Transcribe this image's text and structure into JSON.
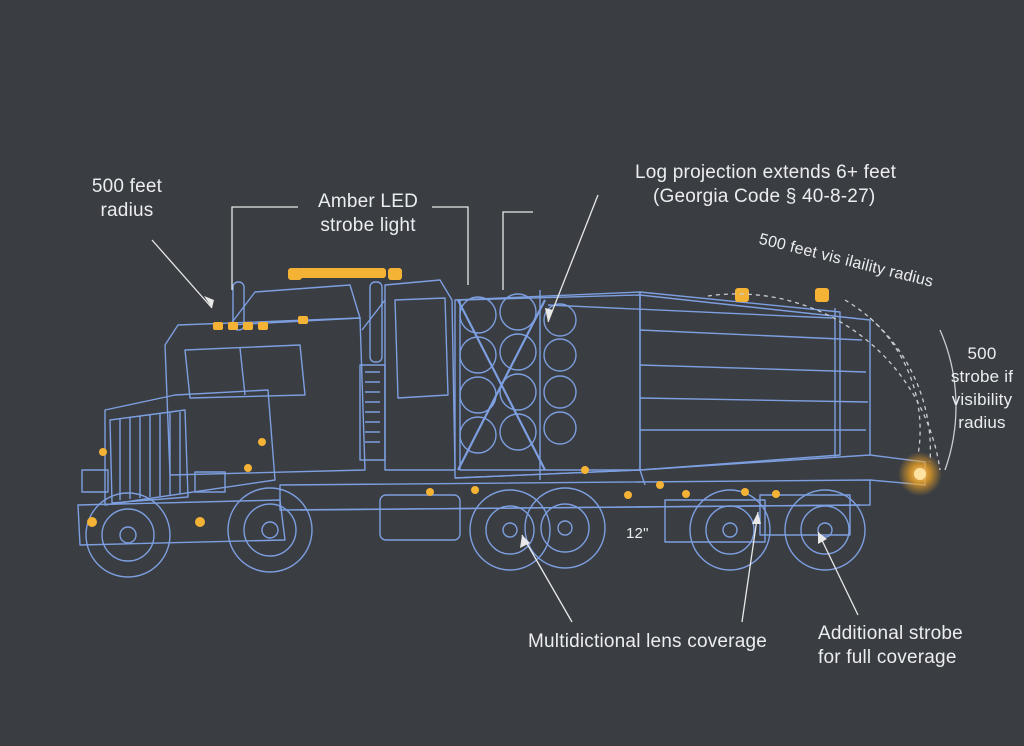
{
  "labels": {
    "radius_top_left": [
      "500 feet",
      "radius"
    ],
    "strobe_light": [
      "Amber LED",
      "strobe light"
    ],
    "log_projection": [
      "Log projection extends 6+ feet",
      "(Georgia Code § 40-8-27)"
    ],
    "arc_visibility": "500 feet vis ilaility radius",
    "right_visibility": [
      "500",
      "strobe if",
      "visibility",
      "radius"
    ],
    "dimension": "12\"",
    "lens_coverage": "Multidictional lens coverage",
    "additional_strobe": [
      "Additional strobe",
      "for full coverage"
    ]
  },
  "colors": {
    "background": "#3a3d42",
    "blueprint_line": "#7d9fe0",
    "amber_light": "#f5b335",
    "leader_line": "#e8e8e8",
    "text": "#ebedf0"
  },
  "icons": [
    "log-truck-blueprint",
    "amber-strobe-light-icon",
    "log-bundle-icon",
    "wheel-icon"
  ]
}
